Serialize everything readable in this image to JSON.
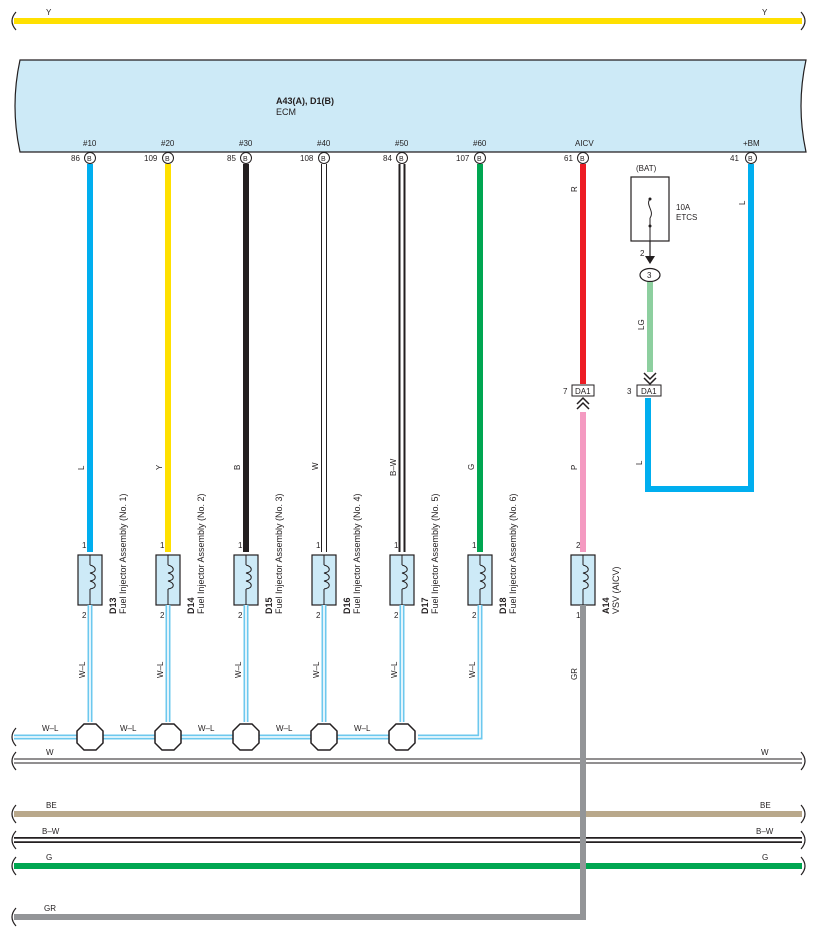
{
  "wire_y_top": {
    "left": "Y",
    "right": "Y"
  },
  "ecm": {
    "title": "A43(A), D1(B)",
    "name": "ECM"
  },
  "pins": [
    {
      "label": "#10",
      "num": "86",
      "conn": "B",
      "wire": "L"
    },
    {
      "label": "#20",
      "num": "109",
      "conn": "B",
      "wire": "Y"
    },
    {
      "label": "#30",
      "num": "85",
      "conn": "B",
      "wire": "B"
    },
    {
      "label": "#40",
      "num": "108",
      "conn": "B",
      "wire": "W"
    },
    {
      "label": "#50",
      "num": "84",
      "conn": "B",
      "wire": "B–W"
    },
    {
      "label": "#60",
      "num": "107",
      "conn": "B",
      "wire": "G"
    },
    {
      "label": "AICV",
      "num": "61",
      "conn": "B",
      "wire": "R"
    },
    {
      "label": "+BM",
      "num": "41",
      "conn": "B",
      "wire": "L"
    }
  ],
  "injectors": [
    {
      "code": "D13",
      "name": "Fuel Injector Assembly (No. 1)",
      "pin1": "1",
      "pin2": "2",
      "ground_wire": "W–L"
    },
    {
      "code": "D14",
      "name": "Fuel Injector Assembly (No. 2)",
      "pin1": "1",
      "pin2": "2",
      "ground_wire": "W–L"
    },
    {
      "code": "D15",
      "name": "Fuel Injector Assembly (No. 3)",
      "pin1": "1",
      "pin2": "2",
      "ground_wire": "W–L"
    },
    {
      "code": "D16",
      "name": "Fuel Injector Assembly (No. 4)",
      "pin1": "1",
      "pin2": "2",
      "ground_wire": "W–L"
    },
    {
      "code": "D17",
      "name": "Fuel Injector Assembly (No. 5)",
      "pin1": "1",
      "pin2": "2",
      "ground_wire": "W–L"
    },
    {
      "code": "D18",
      "name": "Fuel Injector Assembly (No. 6)",
      "pin1": "1",
      "pin2": "2",
      "ground_wire": "W–L"
    }
  ],
  "vsv": {
    "code": "A14",
    "name": "VSV (AICV)",
    "pin_top": "2",
    "pin_bottom": "1",
    "wire_lower": "P",
    "wire_ground": "GR"
  },
  "connector_da1": {
    "label": "DA1",
    "pin_left": "7",
    "pin_right": "3"
  },
  "fuse": {
    "group": "(BAT)",
    "rating": "10A",
    "name": "ETCS",
    "pin": "2",
    "junction": "3",
    "wire_out": "LG",
    "wire_lower": "L"
  },
  "bus_wire_wl": [
    "W–L",
    "W–L",
    "W–L",
    "W–L",
    "W–L"
  ],
  "bottom_wires": [
    {
      "left": "W",
      "right": "W",
      "color": "#ffffff"
    },
    {
      "left": "BE",
      "right": "BE",
      "color": "#b9a88b"
    },
    {
      "left": "B–W",
      "right": "B–W",
      "color": "#ffffff"
    },
    {
      "left": "G",
      "right": "G",
      "color": "#00a651"
    },
    {
      "left": "GR",
      "right": "",
      "color": "#939598"
    }
  ],
  "colors": {
    "yellow": "#ffe000",
    "blue": "#00aeef",
    "black": "#231f20",
    "green": "#00a651",
    "red": "#ed1c24",
    "pink": "#f49ac1",
    "lightgreen": "#8dcf9f",
    "gray": "#939598",
    "beige": "#b9a88b",
    "ecm_fill": "#cdeaf7",
    "wl_blue": "#6dc8ee"
  }
}
